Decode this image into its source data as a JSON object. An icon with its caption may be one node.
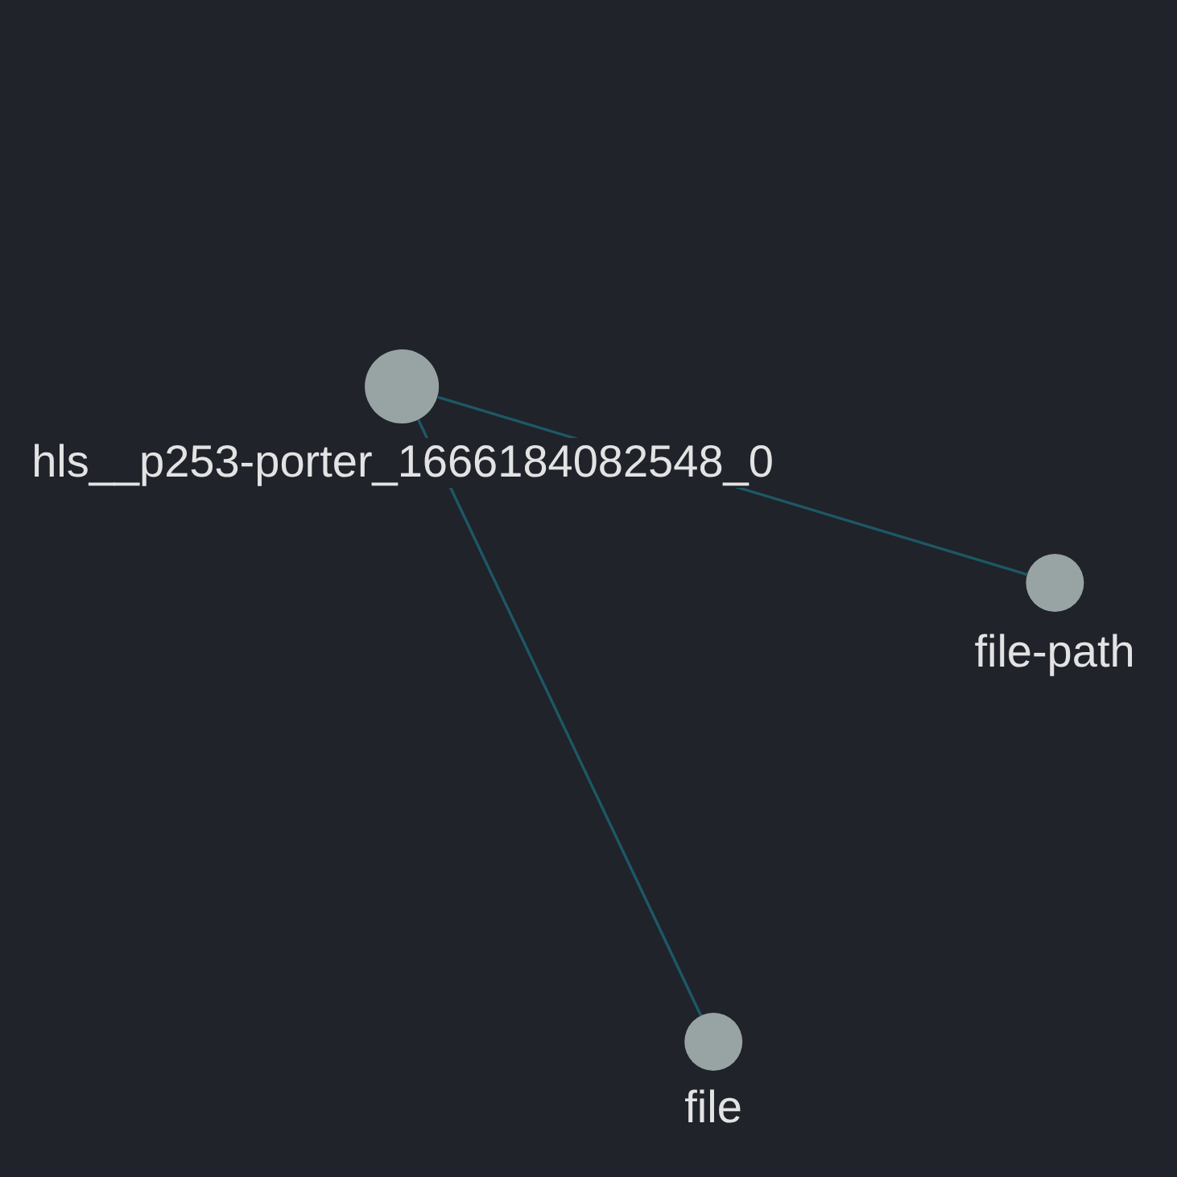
{
  "diagram": {
    "nodes": [
      {
        "text": [
          "hls__p253-porter_1666184082548_0"
        ]
      },
      {
        "text": [
          "file-path"
        ]
      },
      {
        "text": [
          "file"
        ]
      }
    ],
    "edges": [
      {
        "from": 0,
        "to": 1,
        "arrow": "none"
      },
      {
        "from": 0,
        "to": 2,
        "arrow": "none"
      }
    ]
  }
}
